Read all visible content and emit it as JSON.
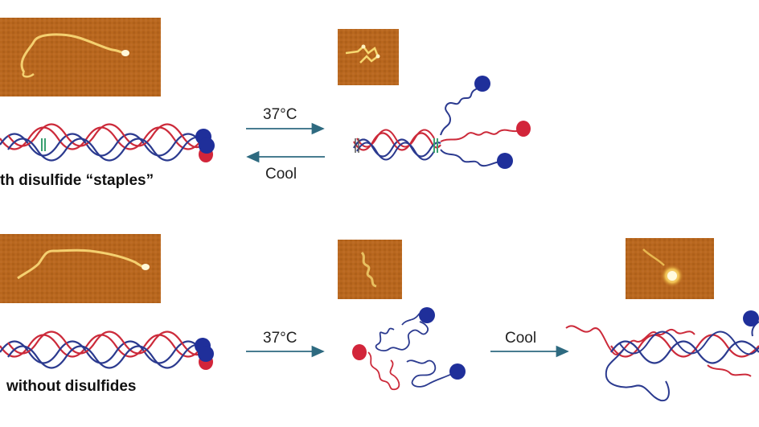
{
  "top_row": {
    "caption": "th disulfide “staples”",
    "forward_label": "37°C",
    "reverse_label": "Cool"
  },
  "bottom_row": {
    "caption": "without disulfides",
    "forward_label": "37°C",
    "second_label": "Cool"
  },
  "colors": {
    "strand_red": "#cc2a3a",
    "strand_blue": "#2b3a8f",
    "bead_blue": "#1f2f9a",
    "bead_red": "#d2253a",
    "arrow": "#2e6a80",
    "afm_bg": "#b5641c"
  }
}
